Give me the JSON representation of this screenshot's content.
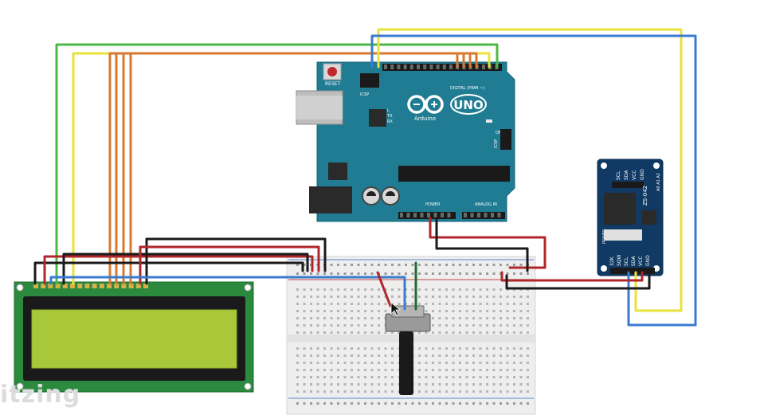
{
  "arduino": {
    "model": "UNO",
    "brand": "Arduino",
    "reset_label": "RESET",
    "icsp_label": "ICSP",
    "icsp2_label": "ICSP",
    "digital_label": "DIGITAL (PWM ~)",
    "power_label": "POWER",
    "analog_label": "ANALOG IN",
    "tx_label": "TX",
    "rx_label": "RX",
    "l_label": "L",
    "on_label": "ON"
  },
  "rtc": {
    "top_pins": [
      "SCL",
      "SDA",
      "VCC",
      "GND"
    ],
    "bottom_pins": [
      "32K",
      "SQW",
      "SCL",
      "SDA",
      "VCC",
      "GND"
    ],
    "chip_label": "ZS-042",
    "power_label": "POWER",
    "addr_label": "A0 A1 A2"
  },
  "watermark": "itzing",
  "colors": {
    "arduino_board": "#1f7c93",
    "rtc_board": "#103a63",
    "lcd_screen": "#a8c83a",
    "lcd_frame": "#1a1a1a",
    "lcd_pcb": "#2b8a3e",
    "wire_green": "#4cb848",
    "wire_yellow": "#e8e23a",
    "wire_orange": "#d8782e",
    "wire_blue": "#3a7bd0",
    "wire_red": "#b0262a",
    "wire_black": "#1a1a1a"
  }
}
